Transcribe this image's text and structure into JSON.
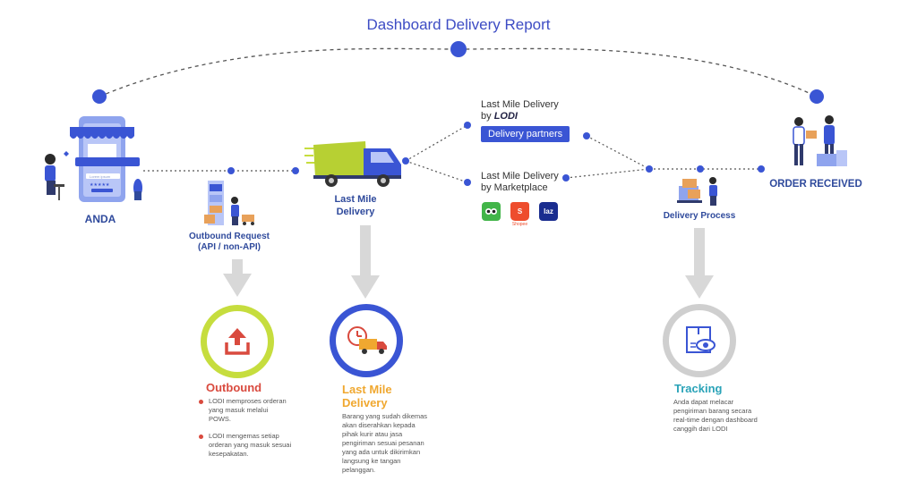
{
  "title": "Dashboard Delivery Report",
  "nodes": {
    "anda": "ANDA",
    "outbound_request": "Outbound Request\n(API / non-API)",
    "last_mile": "Last Mile\nDelivery",
    "delivery_process": "Delivery Process",
    "order_received": "ORDER RECEIVED"
  },
  "branches": {
    "lodi_label": "Last Mile Delivery",
    "lodi_by": "by",
    "lodi_brand": "LODI",
    "partners_button": "Delivery partners",
    "marketplace_label": "Last Mile Delivery\nby Marketplace",
    "marketplace_icons": [
      {
        "name": "tokopedia-icon",
        "color": "#42b549",
        "text": ""
      },
      {
        "name": "shopee-icon",
        "color": "#ee4d2d",
        "text": "S",
        "caption": "Shopee"
      },
      {
        "name": "lazada-icon",
        "color": "#1a2d8f",
        "text": "laz"
      }
    ]
  },
  "details": {
    "outbound": {
      "title": "Outbound",
      "color": "#d94a3e",
      "bullets": [
        "LODI memproses orderan\nyang masuk melalui\nPOWS.",
        "LODI mengemas setiap\norderan yang masuk sesuai\nkesepakatan."
      ]
    },
    "last_mile": {
      "title": "Last Mile\nDelivery",
      "color": "#f0a830",
      "text": "Barang yang sudah dikemas\nakan diserahkan kepada\npihak kurir atau jasa\npengiriman sesuai pesanan\nyang ada untuk dikirimkan\nlangsung ke tangan\npelanggan."
    },
    "tracking": {
      "title": "Tracking",
      "color": "#2aa3b8",
      "text": "Anda dapat melacar\npengiriman barang secara\nreal-time dengan dashboard\ncanggih dari LODI"
    }
  },
  "phone_screen": {
    "field_text": "Lorem ipsum",
    "stars": "★★★★★"
  },
  "colors": {
    "primary_blue": "#3a55d4",
    "dark_blue": "#2f4a9c",
    "arrow_grey": "#d8d8d8",
    "outbound_ring": "#c6dd3e",
    "lastmile_ring": "#3a55d4",
    "tracking_ring": "#cfcfcf"
  }
}
